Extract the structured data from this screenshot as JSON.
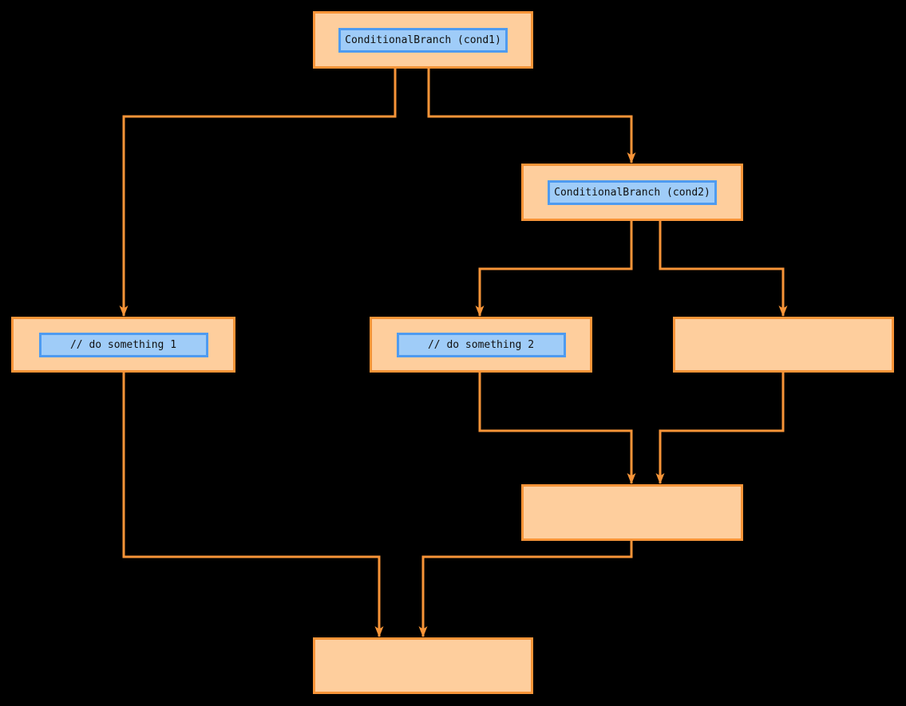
{
  "diagram": {
    "type": "flowchart",
    "background_color": "#000000",
    "colors": {
      "node_border": "#F79438",
      "node_fill": "#FECE9D",
      "label_border": "#4E9BF0",
      "label_fill": "#9FCCF8",
      "label_text": "#111111",
      "edge": "#F79438"
    },
    "nodes": {
      "cond1": {
        "label": "ConditionalBranch (cond1)"
      },
      "cond2": {
        "label": "ConditionalBranch (cond2)"
      },
      "do1": {
        "label": "// do something 1"
      },
      "do2": {
        "label": "// do something 2"
      },
      "else2": {
        "label": ""
      },
      "merge2": {
        "label": ""
      },
      "merge1": {
        "label": ""
      }
    },
    "edges": [
      {
        "from": "cond1",
        "to": "do1"
      },
      {
        "from": "cond1",
        "to": "cond2"
      },
      {
        "from": "cond2",
        "to": "do2"
      },
      {
        "from": "cond2",
        "to": "else2"
      },
      {
        "from": "do2",
        "to": "merge2"
      },
      {
        "from": "else2",
        "to": "merge2"
      },
      {
        "from": "do1",
        "to": "merge1"
      },
      {
        "from": "merge2",
        "to": "merge1"
      }
    ]
  }
}
